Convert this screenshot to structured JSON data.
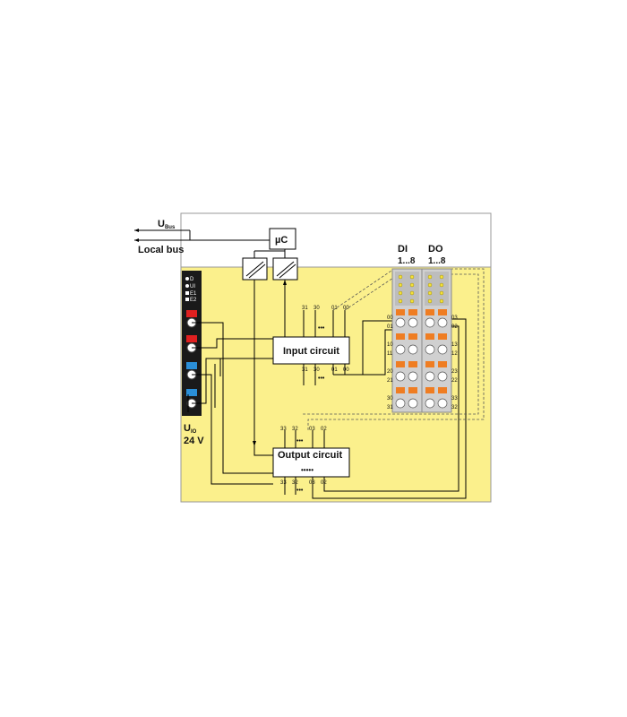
{
  "labels": {
    "u_bus": "U",
    "u_bus_sub": "Bus",
    "local_bus": "Local bus",
    "uc": "µC",
    "di": "DI",
    "di_range": "1...8",
    "do": "DO",
    "do_range": "1...8",
    "u_io": "U",
    "u_io_sub": "IO",
    "voltage": "24 V",
    "input_circuit": "Input circuit",
    "output_circuit": "Output circuit"
  },
  "led_labels": [
    "D",
    "UI",
    "E1",
    "E2"
  ],
  "input_top_pins": [
    "31",
    "30",
    "01",
    "00"
  ],
  "input_bottom_pins": [
    "31",
    "30",
    "01",
    "00"
  ],
  "output_top_pins": [
    "33",
    "32",
    "03",
    "02"
  ],
  "output_bottom_pins": [
    "33",
    "32",
    "03",
    "02"
  ],
  "di_terminals": [
    "00",
    "01",
    "10",
    "11",
    "20",
    "21",
    "30",
    "31"
  ],
  "do_terminals": [
    "03",
    "02",
    "13",
    "12",
    "23",
    "22",
    "33",
    "32"
  ],
  "ellipsis": "•••",
  "output_dots": "•••••"
}
